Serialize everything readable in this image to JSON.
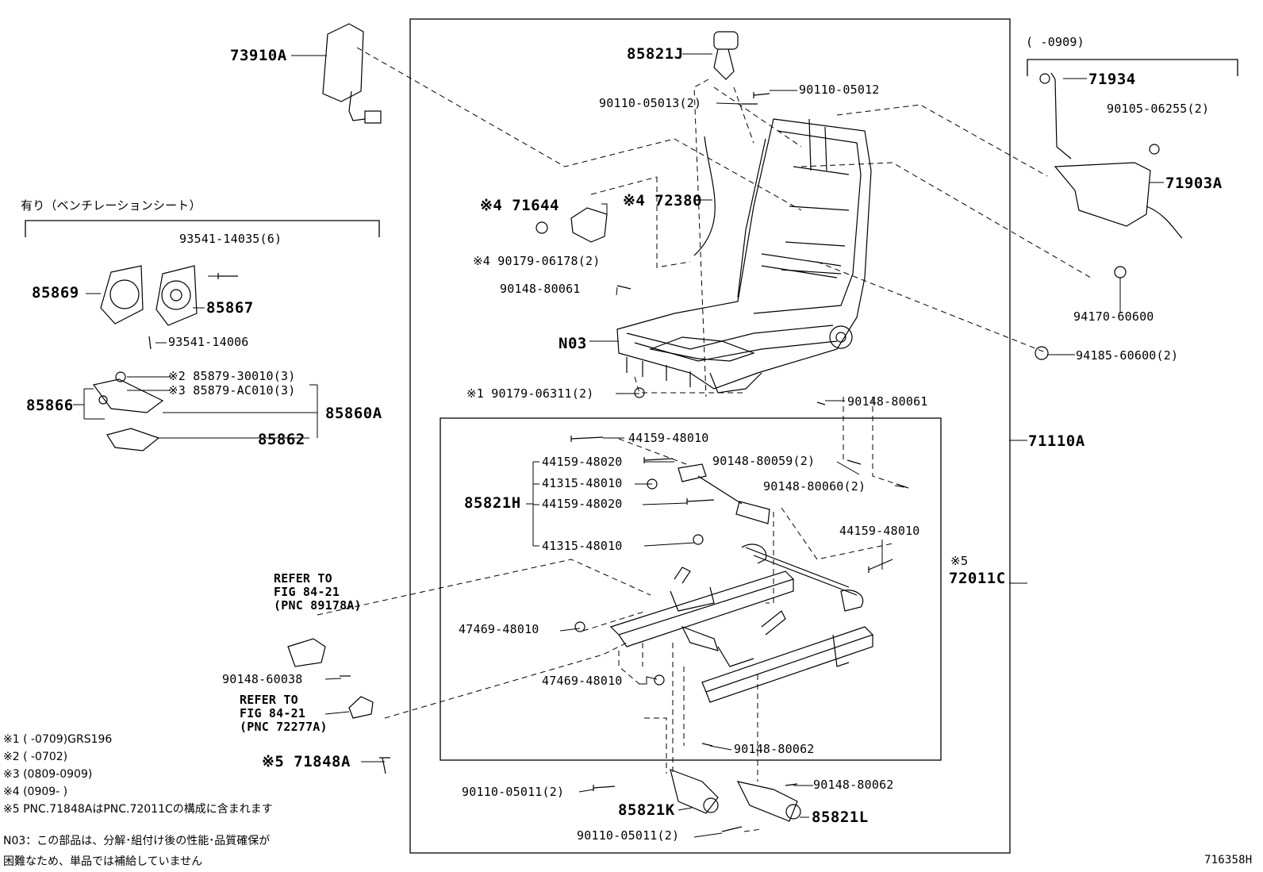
{
  "labels": {
    "l73910A": "73910A",
    "l85821J": "85821J",
    "l90110_05012": "90110-05012",
    "l90110_05013": "90110-05013(2)",
    "l0909_range": "(      -0909)",
    "l71934": "71934",
    "l90105_06255": "90105-06255(2)",
    "l71903A": "71903A",
    "ventilation_header": "有り（ベンチレーションシート）",
    "l93541_14035": "93541-14035(6)",
    "l85869": "85869",
    "l85867": "85867",
    "l93541_14006": "93541-14006",
    "l85879_30010": "※2 85879-30010(3)",
    "l85879_AC010": "※3 85879-AC010(3)",
    "l85866": "85866",
    "l85860A": "85860A",
    "l85862": "85862",
    "l71644": "※4 71644",
    "l72380": "※4 72380",
    "l90179_06178": "※4 90179-06178(2)",
    "l90148_80061_a": "90148-80061",
    "lN03": "N03",
    "l90179_06311": "※1 90179-06311(2)",
    "l90148_80061_b": "90148-80061",
    "l94170_60600": "94170-60600",
    "l94185_60600": "94185-60600(2)",
    "l71110A": "71110A",
    "l44159_48010_a": "44159-48010",
    "l44159_48020_a": "44159-48020",
    "l90148_80059": "90148-80059(2)",
    "l41315_48010_a": "41315-48010",
    "l90148_80060": "90148-80060(2)",
    "l85821H": "85821H",
    "l44159_48020_b": "44159-48020",
    "l41315_48010_b": "41315-48010",
    "l44159_48010_b": "44159-48010",
    "l5mark": "※5",
    "l72011C": "72011C",
    "refer1_l1": "REFER TO",
    "refer1_l2": "FIG 84-21",
    "refer1_l3": "(PNC 89178A)",
    "l47469_48010_a": "47469-48010",
    "l90148_60038": "90148-60038",
    "l47469_48010_b": "47469-48010",
    "refer2_l1": "REFER TO",
    "refer2_l2": "FIG 84-21",
    "refer2_l3": "(PNC 72277A)",
    "l90148_80062_a": "90148-80062",
    "l71848A": "※5 71848A",
    "l90110_05011_a": "90110-05011(2)",
    "l90148_80062_b": "90148-80062",
    "l85821K": "85821K",
    "l85821L": "85821L",
    "l90110_05011_b": "90110-05011(2)",
    "fig_no": "716358H"
  },
  "notes": [
    "※1 (      -0709)GRS196",
    "※2 (      -0702)",
    "※3 (0809-0909)",
    "※4 (0909-      )",
    "※5 PNC.71848AはPNC.72011Cの構成に含まれます",
    "N03：この部品は、分解･組付け後の性能･品質確保が",
    "      困難なため、単品では補給していません"
  ]
}
